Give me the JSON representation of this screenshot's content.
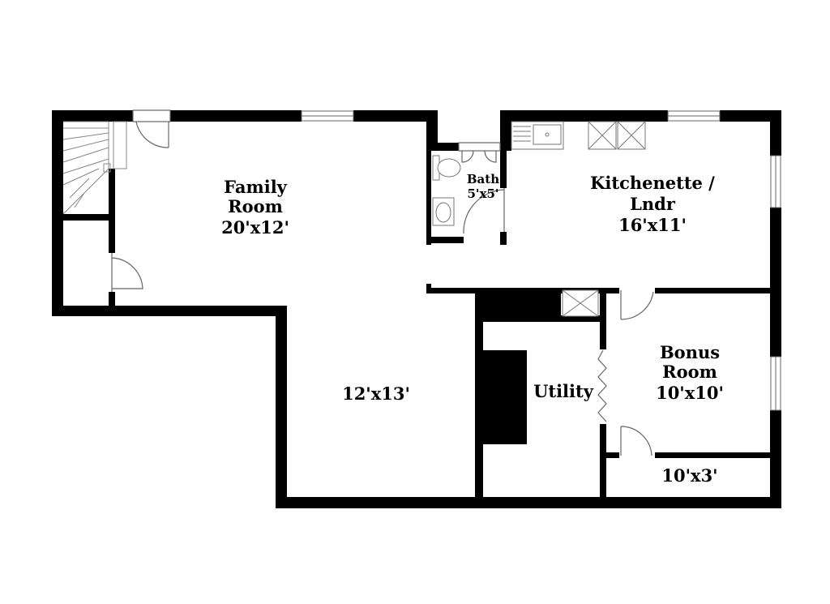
{
  "rooms": {
    "family_room": {
      "name_line1": "Family",
      "name_line2": "Room",
      "size": "20'x12'"
    },
    "bath": {
      "name": "Bath",
      "size": "5'x5'"
    },
    "kitchenette": {
      "name_line1": "Kitchenette /",
      "name_line2": "Lndr",
      "size": "16'x11'"
    },
    "center_room": {
      "size": "12'x13'"
    },
    "utility": {
      "name": "Utility"
    },
    "bonus_room": {
      "name_line1": "Bonus",
      "name_line2": "Room",
      "size": "10'x10'"
    },
    "closet": {
      "size": "10'x3'"
    }
  },
  "colors": {
    "wall": "#000000",
    "background": "#ffffff",
    "fixture": "#777777"
  }
}
